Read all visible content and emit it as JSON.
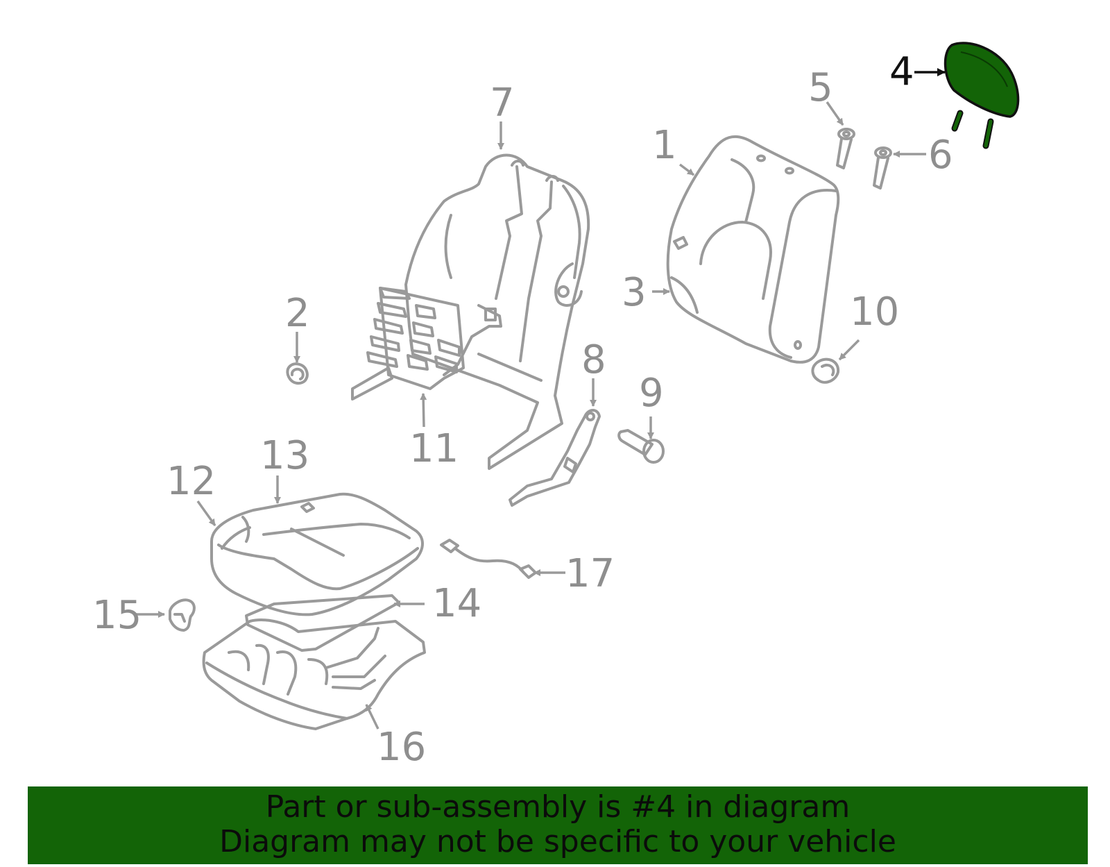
{
  "diagram": {
    "accent_color": "#136407",
    "line_color": "#9a9a9a",
    "highlighted_part": "4",
    "callouts": [
      "1",
      "2",
      "3",
      "4",
      "5",
      "6",
      "7",
      "8",
      "9",
      "10",
      "11",
      "12",
      "13",
      "14",
      "15",
      "16",
      "17"
    ]
  },
  "banner": {
    "line1": "Part or sub-assembly is #4 in diagram",
    "line2": "Diagram may not be specific to your vehicle"
  }
}
